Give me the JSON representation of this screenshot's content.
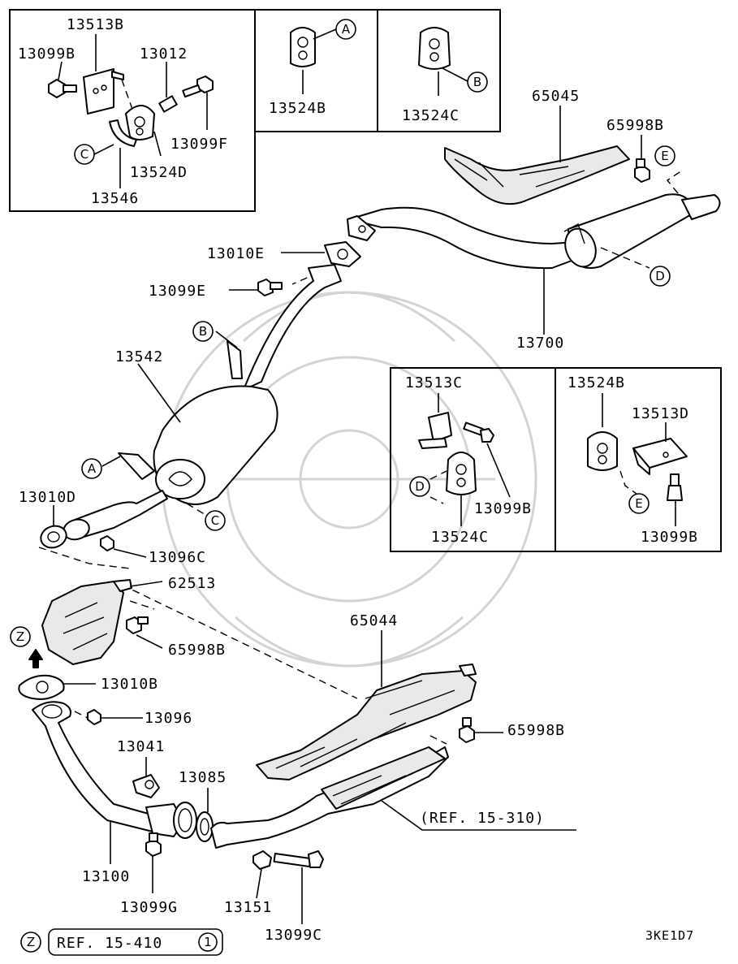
{
  "callouts": {
    "c13513B": "13513B",
    "c13099B_tl": "13099B",
    "c13012": "13012",
    "c13099F": "13099F",
    "c13524D": "13524D",
    "c13546": "13546",
    "c13524B_top": "13524B",
    "c13524C_top": "13524C",
    "c65045": "65045",
    "c65998B_top": "65998B",
    "c13010E": "13010E",
    "c13099E": "13099E",
    "c13700": "13700",
    "c13542": "13542",
    "c13513C": "13513C",
    "c13099B_mid": "13099B",
    "c13524C_mid": "13524C",
    "c13524B_mid": "13524B",
    "c13513D": "13513D",
    "c13099B_right": "13099B",
    "c13010D": "13010D",
    "c13096C": "13096C",
    "c62513": "62513",
    "c65998B_left": "65998B",
    "c65044": "65044",
    "c13010B": "13010B",
    "c13096": "13096",
    "c65998B_right": "65998B",
    "c13041": "13041",
    "c13085": "13085",
    "c13100": "13100",
    "c13099G": "13099G",
    "c13151": "13151",
    "c13099C": "13099C"
  },
  "markers": {
    "A": "A",
    "B": "B",
    "C": "C",
    "D": "D",
    "E": "E",
    "Z": "Z",
    "one": "1"
  },
  "refs": {
    "ref15_310": "(REF. 15-310)",
    "ref15_410": "REF. 15-410"
  },
  "diagram_code": "3KE1D7"
}
